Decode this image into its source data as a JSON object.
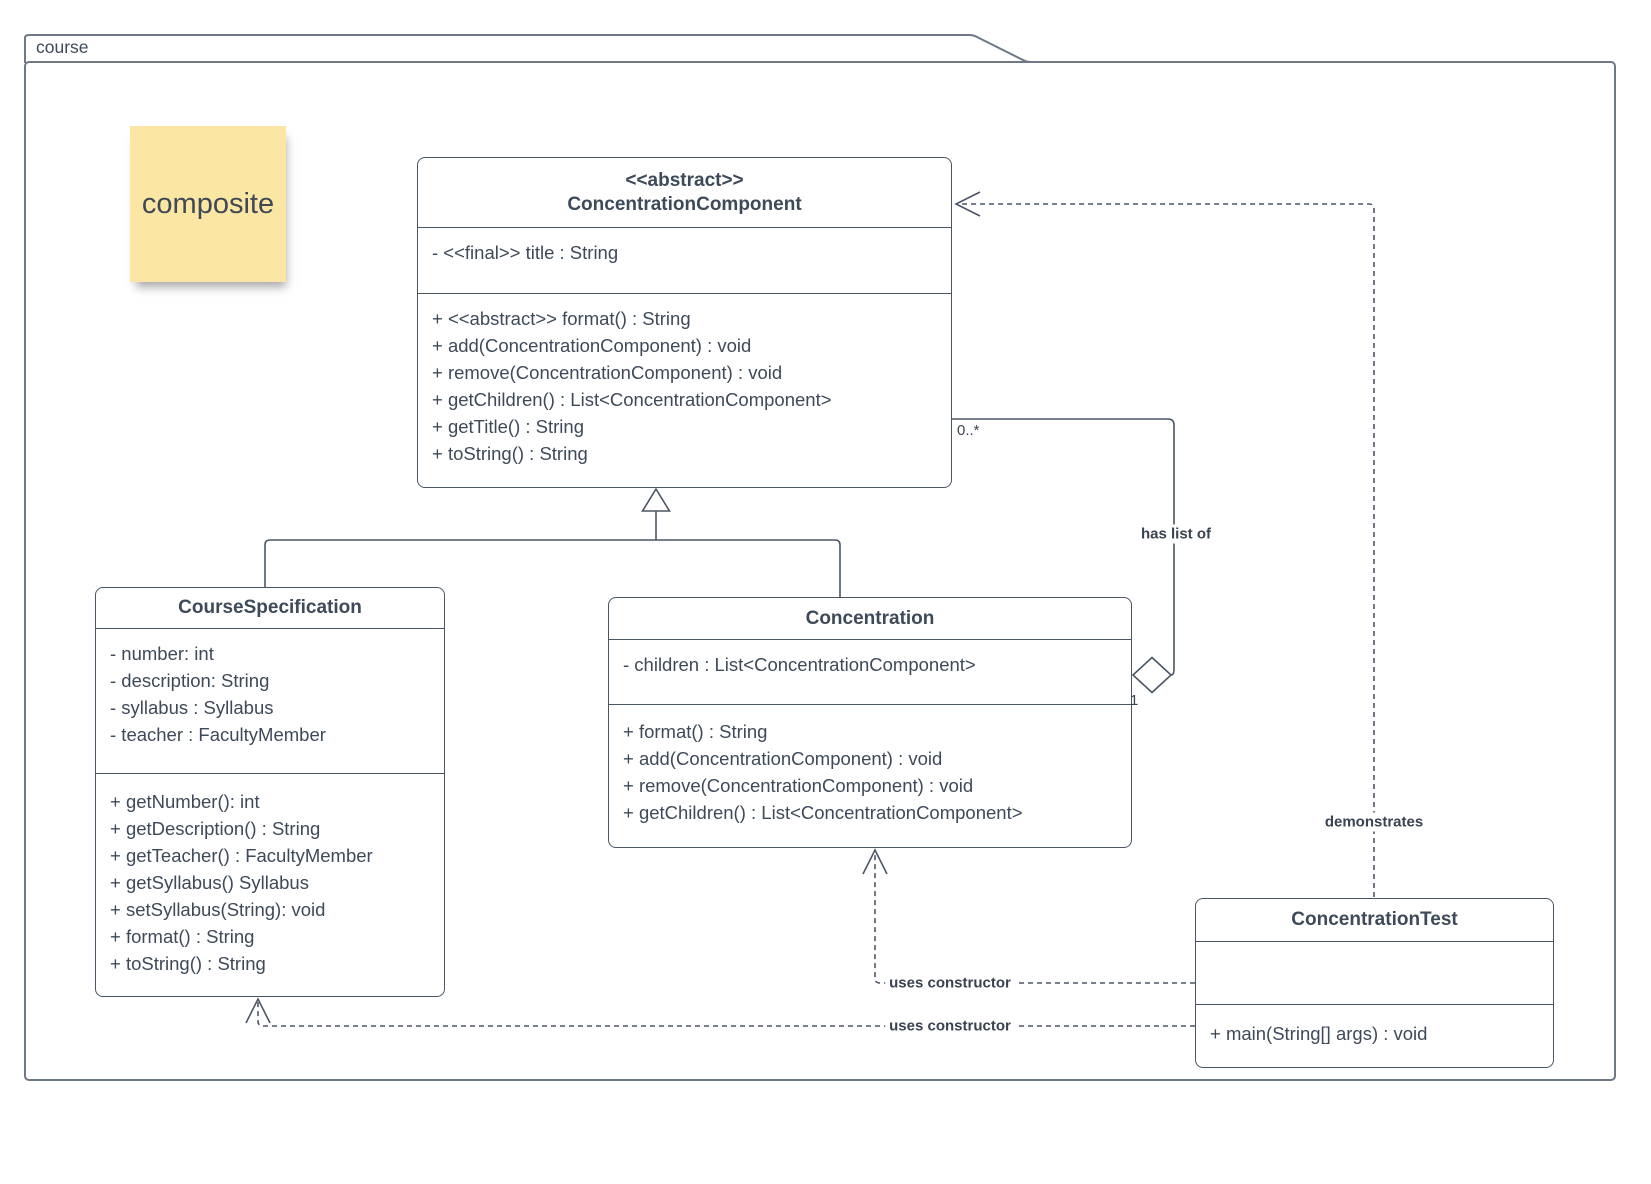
{
  "frame": {
    "label": "course"
  },
  "note": {
    "text": "composite",
    "color": "#fbe7a3"
  },
  "classes": {
    "concentration_component": {
      "stereotype": "<<abstract>>",
      "name": "ConcentrationComponent",
      "attributes": [
        "- <<final>> title : String"
      ],
      "methods": [
        "+ <<abstract>> format() : String",
        "+ add(ConcentrationComponent) : void",
        "+ remove(ConcentrationComponent) : void",
        "+ getChildren() : List<ConcentrationComponent>",
        "+ getTitle() : String",
        "+ toString() : String"
      ]
    },
    "course_specification": {
      "name": "CourseSpecification",
      "attributes": [
        "- number: int",
        "- description: String",
        "- syllabus : Syllabus",
        "- teacher : FacultyMember"
      ],
      "methods": [
        "+ getNumber(): int",
        "+ getDescription() : String",
        "+ getTeacher() : FacultyMember",
        "+ getSyllabus() Syllabus",
        "+ setSyllabus(String): void",
        "+ format() : String",
        "+ toString() : String"
      ]
    },
    "concentration": {
      "name": "Concentration",
      "attributes": [
        "- children : List<ConcentrationComponent>"
      ],
      "methods": [
        "+ format() : String",
        "+ add(ConcentrationComponent) : void",
        "+ remove(ConcentrationComponent) : void",
        "+ getChildren() : List<ConcentrationComponent>"
      ]
    },
    "concentration_test": {
      "name": "ConcentrationTest",
      "attributes": [],
      "methods": [
        "+ main(String[] args) : void"
      ]
    }
  },
  "relationships": {
    "aggregation": {
      "label": "has list of",
      "multiplicity_component_end": "0..*",
      "multiplicity_whole_end": "1"
    },
    "demonstrates": {
      "label": "demonstrates"
    },
    "uses_constructor_concentration": {
      "label": "uses constructor"
    },
    "uses_constructor_course_spec": {
      "label": "uses constructor"
    }
  },
  "colors": {
    "line": "#4b5665",
    "frame": "#6f7885",
    "note_fill": "#fbe7a3",
    "text": "#3e4a59"
  }
}
